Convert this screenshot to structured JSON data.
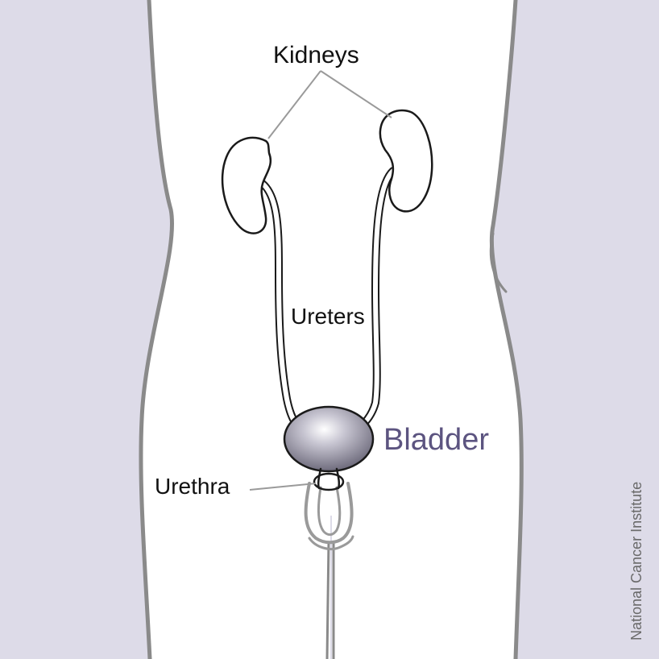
{
  "labels": {
    "kidneys": "Kidneys",
    "ureters": "Ureters",
    "bladder": "Bladder",
    "urethra": "Urethra"
  },
  "credit": "National Cancer Institute",
  "colors": {
    "background": "#dddbe8",
    "outline": "#8a8a8a",
    "body_fill": "#ffffff",
    "organ_outline": "#1a1a1a",
    "bladder_fill": "#8a8797",
    "bladder_label": "#5c5480",
    "text": "#111111",
    "credit_text": "#6a6a6a"
  },
  "icons": {
    "kidney-left": "kidney",
    "kidney-right": "kidney",
    "bladder": "bladder"
  }
}
